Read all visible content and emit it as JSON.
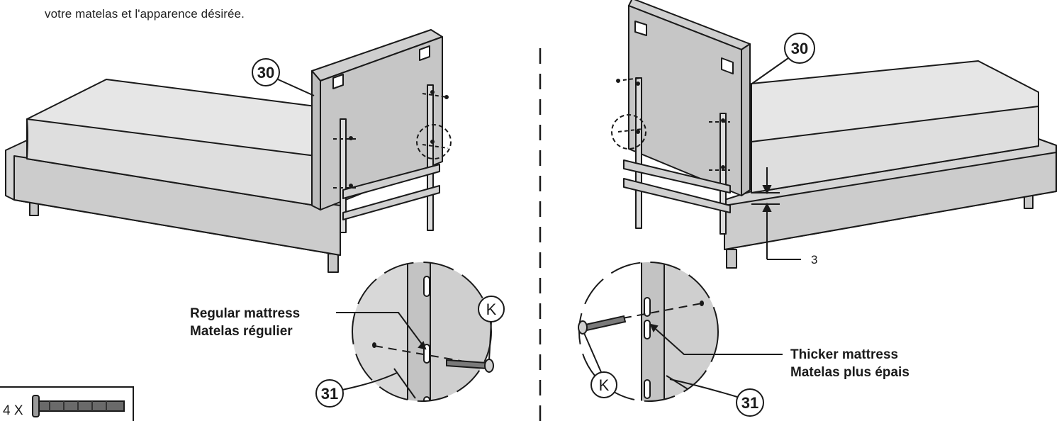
{
  "intro_text": "votre matelas et l'apparence désirée.",
  "parts": {
    "headboard_number": "30",
    "rail_number": "31",
    "screw_letter": "K",
    "height_difference": "3"
  },
  "labels": {
    "regular_line1": "Regular mattress",
    "regular_line2": "Matelas régulier",
    "thicker_line1": "Thicker mattress",
    "thicker_line2": "Matelas plus épais"
  },
  "hardware_box": {
    "quantity": "4 X",
    "icon": "bolt-icon"
  },
  "colors": {
    "fill": "#d9d9d9",
    "fill_dark": "#b5b5b5",
    "fill_mid": "#c8c8c8",
    "line": "#1a1a1a"
  }
}
